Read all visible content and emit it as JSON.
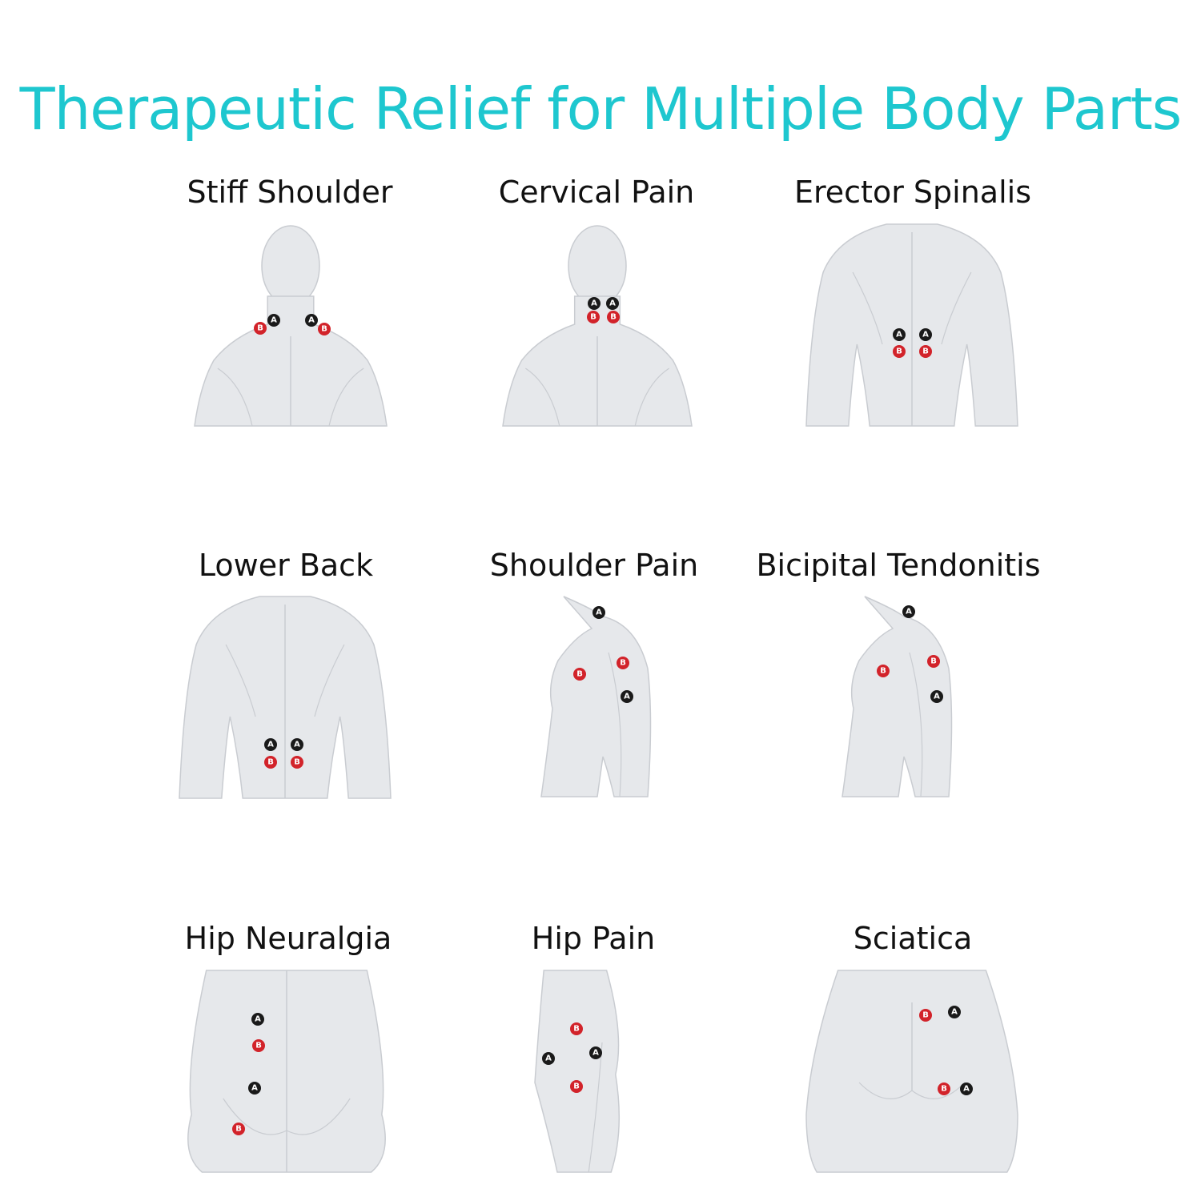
{
  "title": "Therapeutic Relief for Multiple Body Parts",
  "colors": {
    "title": "#1ec7cf",
    "marker_a": "#1a1a1a",
    "marker_b": "#d2232a",
    "body": "#e6e8eb",
    "body_shade": "#c9ccd1"
  },
  "marker_letters": {
    "a": "A",
    "b": "B"
  },
  "panels": [
    {
      "label": "Stiff Shoulder"
    },
    {
      "label": "Cervical Pain"
    },
    {
      "label": "Erector Spinalis"
    },
    {
      "label": "Lower Back"
    },
    {
      "label": "Shoulder Pain"
    },
    {
      "label": "Bicipital Tendonitis"
    },
    {
      "label": "Hip Neuralgia"
    },
    {
      "label": "Hip Pain"
    },
    {
      "label": "Sciatica"
    }
  ]
}
